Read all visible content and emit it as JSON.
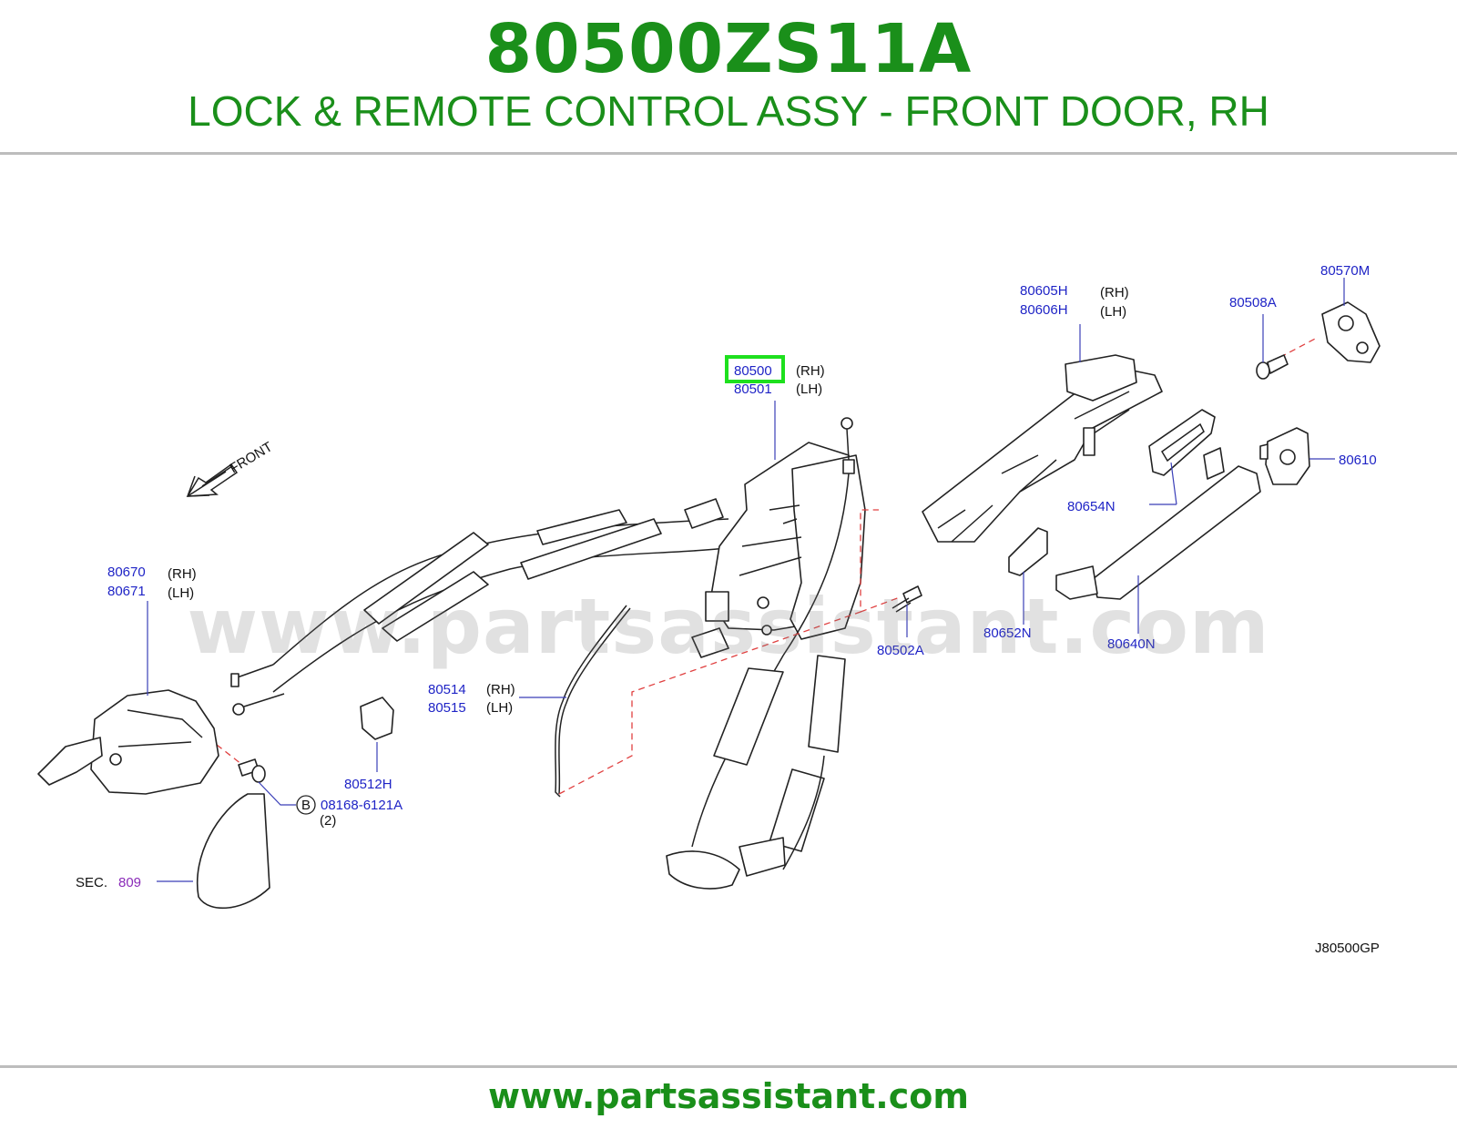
{
  "header": {
    "part_number": "80500ZS11A",
    "description": "LOCK & REMOTE CONTROL ASSY - FRONT DOOR, RH"
  },
  "diagram": {
    "front_label": "FRONT",
    "diagram_code": "J80500GP",
    "watermark": "www.partsassistant.com",
    "callouts": {
      "p80500": "80500",
      "p80500_note": "(RH)",
      "p80501": "80501",
      "p80501_note": "(LH)",
      "p80605H": "80605H",
      "p80605H_note": "(RH)",
      "p80606H": "80606H",
      "p80606H_note": "(LH)",
      "p80570M": "80570M",
      "p80508A": "80508A",
      "p80610": "80610",
      "p80654N": "80654N",
      "p80652N": "80652N",
      "p80640N": "80640N",
      "p80502A": "80502A",
      "p80670": "80670",
      "p80670_note": "(RH)",
      "p80671": "80671",
      "p80671_note": "(LH)",
      "p80514": "80514",
      "p80514_note": "(RH)",
      "p80515": "80515",
      "p80515_note": "(LH)",
      "p80512H": "80512H",
      "bolt_marker": "B",
      "p08168": "08168-6121A",
      "bolt_qty": "(2)",
      "sec_label": "SEC.",
      "sec_number": "809"
    },
    "highlighted_part": "80500",
    "colors": {
      "title_green": "#1a8f1a",
      "part_blue": "#1f24c6",
      "sec_purple": "#8a2bb8",
      "highlight": "#1ee01e",
      "dash_red": "#e04040"
    }
  },
  "footer": {
    "url": "www.partsassistant.com"
  }
}
